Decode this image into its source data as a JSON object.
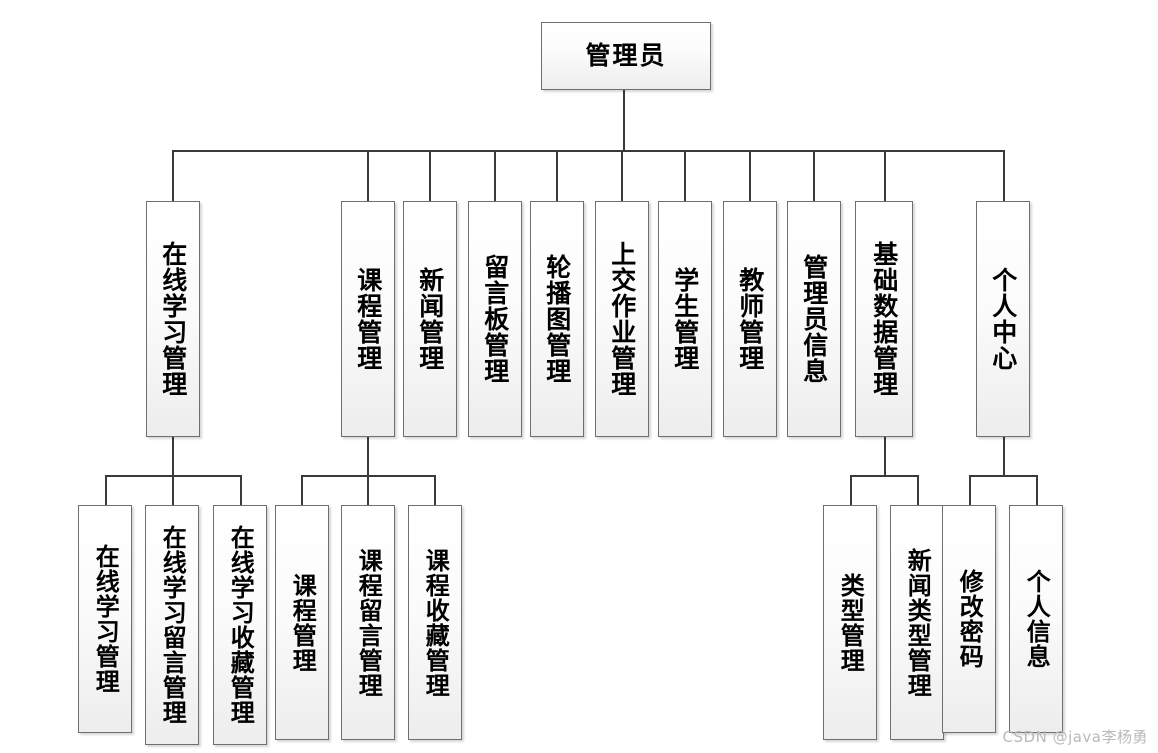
{
  "diagram": {
    "type": "org-chart",
    "title_node": "管理员",
    "watermark": "CSDN @java李杨勇",
    "colors": {
      "node_border": "#6f6f6f",
      "node_fill_top": "#ffffff",
      "node_fill_bottom": "#ededed",
      "connector": "#3a3a3a",
      "text": "#000000",
      "watermark": "#b9b9b9",
      "background": "#ffffff"
    },
    "root": {
      "label": "管理员"
    },
    "level2": [
      {
        "label": "在线学习管理"
      },
      {
        "label": "课程管理"
      },
      {
        "label": "新闻管理"
      },
      {
        "label": "留言板管理"
      },
      {
        "label": "轮播图管理"
      },
      {
        "label": "上交作业管理"
      },
      {
        "label": "学生管理"
      },
      {
        "label": "教师管理"
      },
      {
        "label": "管理员信息"
      },
      {
        "label": "基础数据管理"
      },
      {
        "label": "个人中心"
      }
    ],
    "level3": {
      "online_study": [
        {
          "label": "在线学习管理"
        },
        {
          "label": "在线学习留言管理"
        },
        {
          "label": "在线学习收藏管理"
        }
      ],
      "course": [
        {
          "label": "课程管理"
        },
        {
          "label": "课程留言管理"
        },
        {
          "label": "课程收藏管理"
        }
      ],
      "basic_data": [
        {
          "label": "类型管理"
        },
        {
          "label": "新闻类型管理"
        }
      ],
      "personal_center": [
        {
          "label": "修改密码"
        },
        {
          "label": "个人信息"
        }
      ]
    }
  }
}
